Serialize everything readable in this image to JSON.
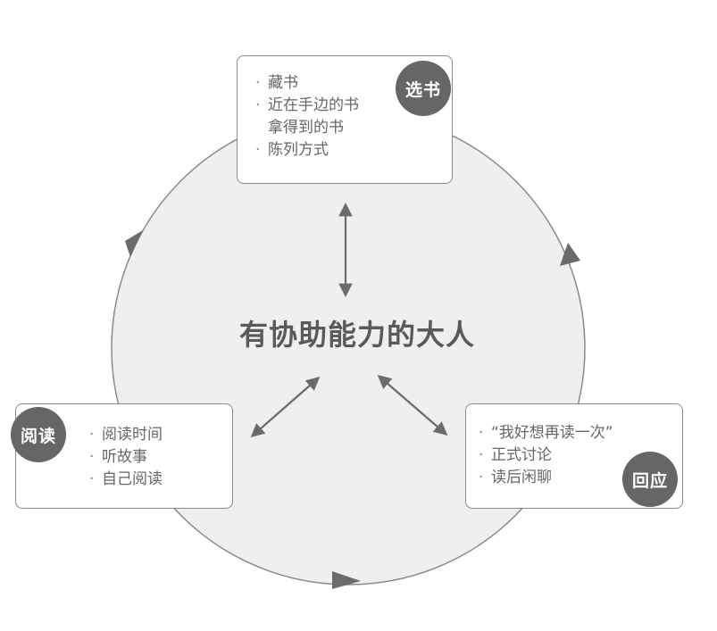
{
  "center": {
    "label": "有协助能力的大人"
  },
  "nodes": {
    "select": {
      "badge": "选书",
      "items": [
        "藏书",
        "近在手边的书",
        "拿得到的书",
        "陈列方式"
      ]
    },
    "read": {
      "badge": "阅读",
      "items": [
        "阅读时间",
        "听故事",
        "自己阅读"
      ]
    },
    "respond": {
      "badge": "回应",
      "items": [
        "“我好想再读一次”",
        "正式讨论",
        "读后闲聊"
      ]
    }
  },
  "colors": {
    "circle_fill": "#efefef",
    "circle_stroke": "#8a8a8a",
    "arrow": "#6b6b6b",
    "badge_fill": "#666666",
    "box_border": "#8a8a8a"
  }
}
